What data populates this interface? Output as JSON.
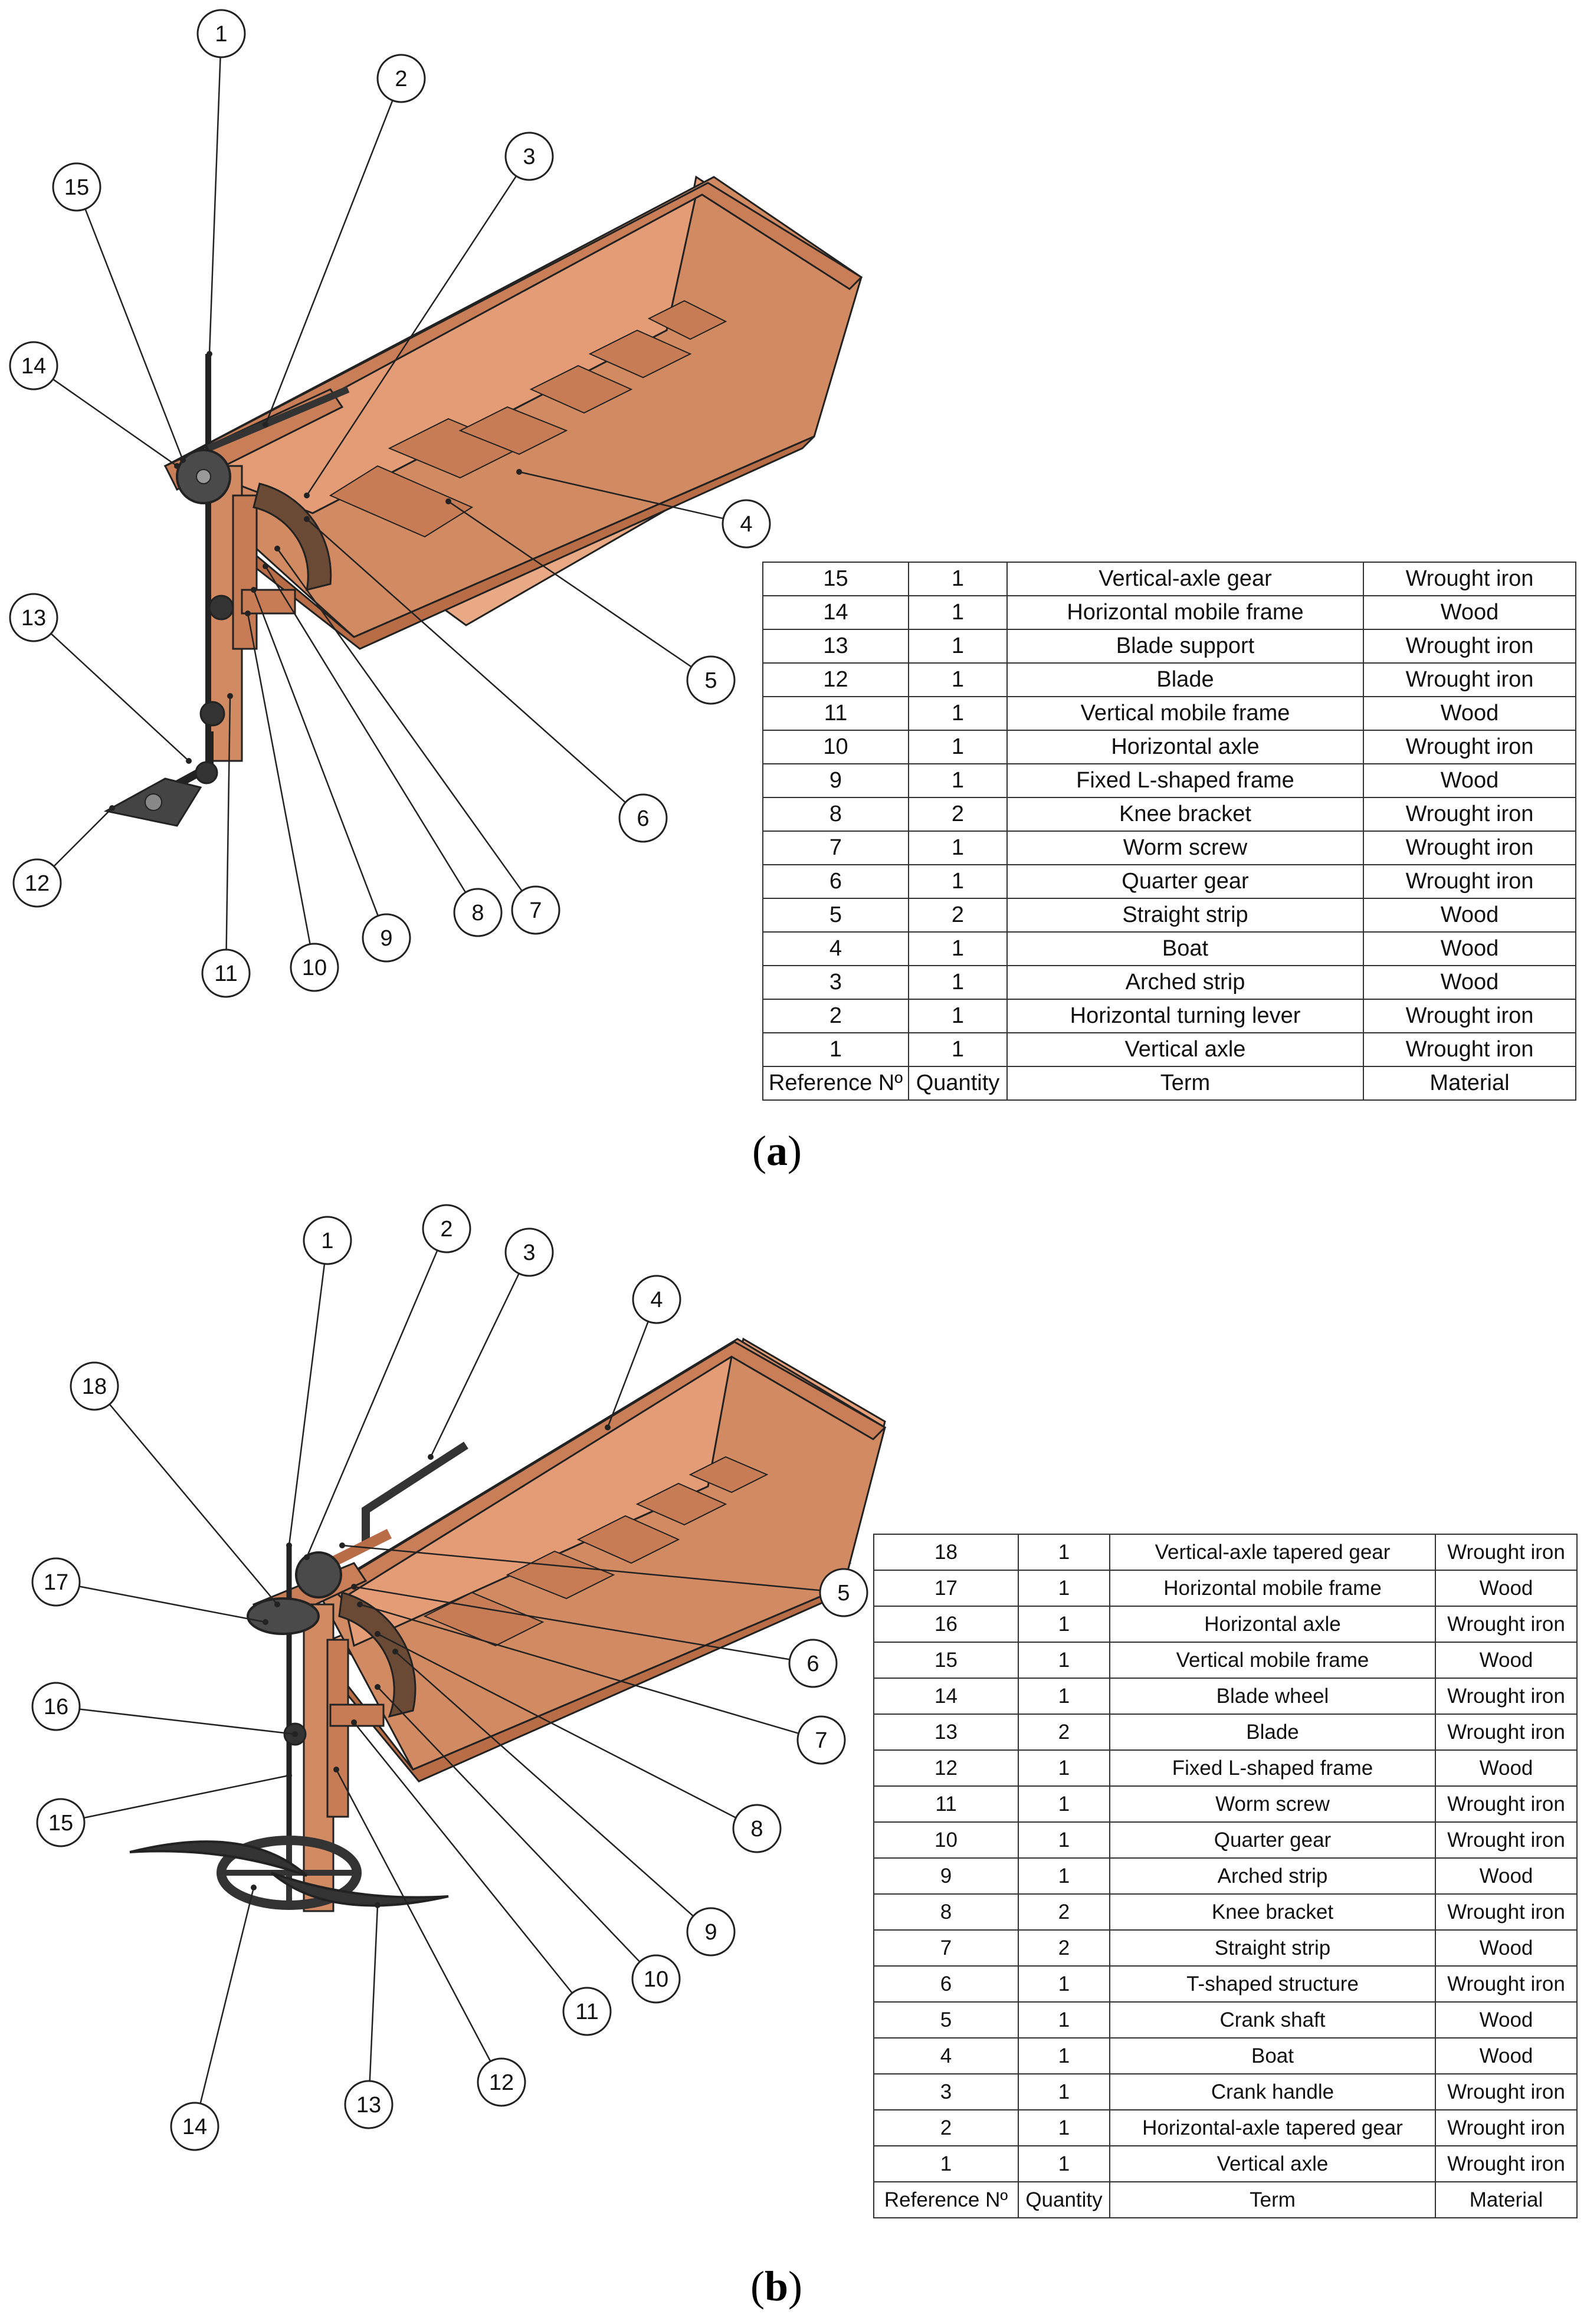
{
  "colors": {
    "wood": "#d9926a",
    "wood_dark": "#b86d47",
    "wood_light": "#eaa985",
    "iron": "#3a3a3a",
    "line": "#222222"
  },
  "icons": [
    "boat-drawing",
    "gear-icon",
    "blade-icon",
    "blade-wheel-icon"
  ],
  "figure_a": {
    "caption_label": "a",
    "callouts": [
      "1",
      "2",
      "3",
      "4",
      "5",
      "6",
      "7",
      "8",
      "9",
      "10",
      "11",
      "12",
      "13",
      "14",
      "15"
    ],
    "table": {
      "columns": [
        "Reference Nº",
        "Quantity",
        "Term",
        "Material"
      ],
      "rows": [
        [
          "15",
          "1",
          "Vertical-axle gear",
          "Wrought iron"
        ],
        [
          "14",
          "1",
          "Horizontal mobile frame",
          "Wood"
        ],
        [
          "13",
          "1",
          "Blade support",
          "Wrought iron"
        ],
        [
          "12",
          "1",
          "Blade",
          "Wrought iron"
        ],
        [
          "11",
          "1",
          "Vertical mobile frame",
          "Wood"
        ],
        [
          "10",
          "1",
          "Horizontal axle",
          "Wrought iron"
        ],
        [
          "9",
          "1",
          "Fixed L-shaped frame",
          "Wood"
        ],
        [
          "8",
          "2",
          "Knee bracket",
          "Wrought iron"
        ],
        [
          "7",
          "1",
          "Worm screw",
          "Wrought iron"
        ],
        [
          "6",
          "1",
          "Quarter gear",
          "Wrought iron"
        ],
        [
          "5",
          "2",
          "Straight strip",
          "Wood"
        ],
        [
          "4",
          "1",
          "Boat",
          "Wood"
        ],
        [
          "3",
          "1",
          "Arched strip",
          "Wood"
        ],
        [
          "2",
          "1",
          "Horizontal turning lever",
          "Wrought iron"
        ],
        [
          "1",
          "1",
          "Vertical axle",
          "Wrought iron"
        ]
      ]
    }
  },
  "figure_b": {
    "caption_label": "b",
    "callouts": [
      "1",
      "2",
      "3",
      "4",
      "5",
      "6",
      "7",
      "8",
      "9",
      "10",
      "11",
      "12",
      "13",
      "14",
      "15",
      "16",
      "17",
      "18"
    ],
    "table": {
      "columns": [
        "Reference Nº",
        "Quantity",
        "Term",
        "Material"
      ],
      "rows": [
        [
          "18",
          "1",
          "Vertical-axle tapered gear",
          "Wrought iron"
        ],
        [
          "17",
          "1",
          "Horizontal mobile frame",
          "Wood"
        ],
        [
          "16",
          "1",
          "Horizontal axle",
          "Wrought iron"
        ],
        [
          "15",
          "1",
          "Vertical mobile frame",
          "Wood"
        ],
        [
          "14",
          "1",
          "Blade wheel",
          "Wrought iron"
        ],
        [
          "13",
          "2",
          "Blade",
          "Wrought iron"
        ],
        [
          "12",
          "1",
          "Fixed L-shaped frame",
          "Wood"
        ],
        [
          "11",
          "1",
          "Worm screw",
          "Wrought iron"
        ],
        [
          "10",
          "1",
          "Quarter gear",
          "Wrought iron"
        ],
        [
          "9",
          "1",
          "Arched strip",
          "Wood"
        ],
        [
          "8",
          "2",
          "Knee bracket",
          "Wrought iron"
        ],
        [
          "7",
          "2",
          "Straight strip",
          "Wood"
        ],
        [
          "6",
          "1",
          "T-shaped structure",
          "Wrought iron"
        ],
        [
          "5",
          "1",
          "Crank shaft",
          "Wood"
        ],
        [
          "4",
          "1",
          "Boat",
          "Wood"
        ],
        [
          "3",
          "1",
          "Crank handle",
          "Wrought iron"
        ],
        [
          "2",
          "1",
          "Horizontal-axle tapered gear",
          "Wrought iron"
        ],
        [
          "1",
          "1",
          "Vertical axle",
          "Wrought iron"
        ]
      ]
    }
  }
}
